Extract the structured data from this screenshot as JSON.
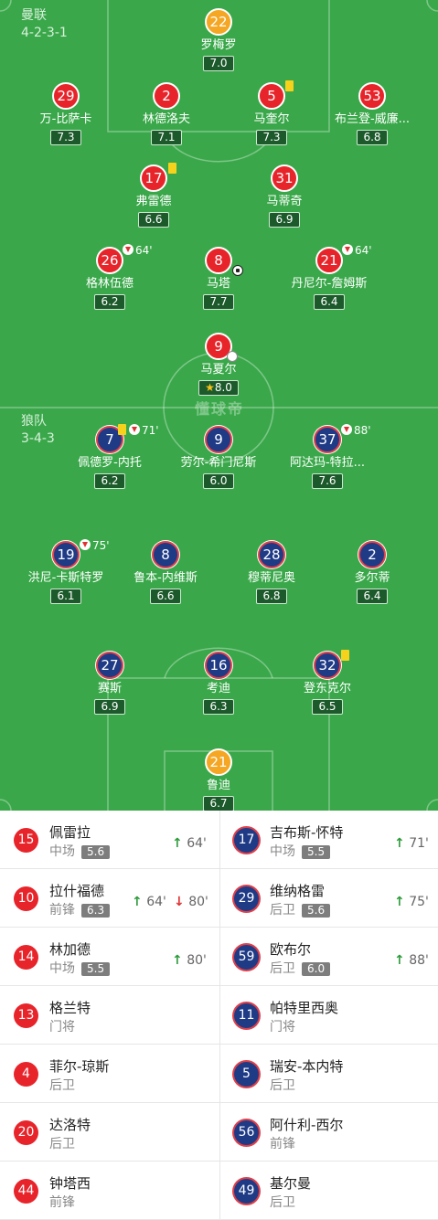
{
  "home": {
    "name": "曼联",
    "formation": "4-2-3-1",
    "players": [
      {
        "num": "22",
        "name": "罗梅罗",
        "rating": "7.0",
        "gk": true
      },
      {
        "num": "29",
        "name": "万-比萨卡",
        "rating": "7.3"
      },
      {
        "num": "2",
        "name": "林德洛夫",
        "rating": "7.1"
      },
      {
        "num": "5",
        "name": "马奎尔",
        "rating": "7.3"
      },
      {
        "num": "53",
        "name": "布兰登-威廉...",
        "rating": "6.8"
      },
      {
        "num": "17",
        "name": "弗雷德",
        "rating": "6.6"
      },
      {
        "num": "31",
        "name": "马蒂奇",
        "rating": "6.9"
      },
      {
        "num": "26",
        "name": "格林伍德",
        "rating": "6.2",
        "sub_time": "64'"
      },
      {
        "num": "8",
        "name": "马塔",
        "rating": "7.7"
      },
      {
        "num": "21",
        "name": "丹尼尔-詹姆斯",
        "rating": "6.4",
        "sub_time": "64'"
      },
      {
        "num": "9",
        "name": "马夏尔",
        "rating": "8.0",
        "motm": true
      }
    ]
  },
  "away": {
    "name": "狼队",
    "formation": "3-4-3",
    "players": [
      {
        "num": "7",
        "name": "佩德罗-内托",
        "rating": "6.2",
        "sub_time": "71'"
      },
      {
        "num": "9",
        "name": "劳尔-希门尼斯",
        "rating": "6.0"
      },
      {
        "num": "37",
        "name": "阿达玛-特拉...",
        "rating": "7.6",
        "sub_time": "88'"
      },
      {
        "num": "19",
        "name": "洪尼-卡斯特罗",
        "rating": "6.1",
        "sub_time": "75'"
      },
      {
        "num": "8",
        "name": "鲁本-内维斯",
        "rating": "6.6"
      },
      {
        "num": "28",
        "name": "穆蒂尼奥",
        "rating": "6.8"
      },
      {
        "num": "2",
        "name": "多尔蒂",
        "rating": "6.4"
      },
      {
        "num": "27",
        "name": "赛斯",
        "rating": "6.9"
      },
      {
        "num": "16",
        "name": "考迪",
        "rating": "6.3"
      },
      {
        "num": "32",
        "name": "登东克尔",
        "rating": "6.5"
      },
      {
        "num": "21",
        "name": "鲁迪",
        "rating": "6.7",
        "gk": true
      }
    ]
  },
  "watermark": "懂球帝",
  "substitutes": [
    {
      "left": {
        "num": "15",
        "name": "佩雷拉",
        "pos": "中场",
        "rating": "5.6",
        "in": "64'"
      },
      "right": {
        "num": "17",
        "name": "吉布斯-怀特",
        "pos": "中场",
        "rating": "5.5",
        "in": "71'"
      }
    },
    {
      "left": {
        "num": "10",
        "name": "拉什福德",
        "pos": "前锋",
        "rating": "6.3",
        "in": "64'",
        "out": "80'"
      },
      "right": {
        "num": "29",
        "name": "维纳格雷",
        "pos": "后卫",
        "rating": "5.6",
        "in": "75'"
      }
    },
    {
      "left": {
        "num": "14",
        "name": "林加德",
        "pos": "中场",
        "rating": "5.5",
        "in": "80'"
      },
      "right": {
        "num": "59",
        "name": "欧布尔",
        "pos": "后卫",
        "rating": "6.0",
        "in": "88'"
      }
    },
    {
      "left": {
        "num": "13",
        "name": "格兰特",
        "pos": "门将"
      },
      "right": {
        "num": "11",
        "name": "帕特里西奥",
        "pos": "门将"
      }
    },
    {
      "left": {
        "num": "4",
        "name": "菲尔-琼斯",
        "pos": "后卫"
      },
      "right": {
        "num": "5",
        "name": "瑞安-本内特",
        "pos": "后卫"
      }
    },
    {
      "left": {
        "num": "20",
        "name": "达洛特",
        "pos": "后卫"
      },
      "right": {
        "num": "56",
        "name": "阿什利-西尔",
        "pos": "前锋"
      }
    },
    {
      "left": {
        "num": "44",
        "name": "钟塔西",
        "pos": "前锋"
      },
      "right": {
        "num": "49",
        "name": "基尔曼",
        "pos": "后卫"
      }
    }
  ],
  "colors": {
    "home": "#e8242b",
    "away": "#1f3b86",
    "goalkeeper": "#f5a623",
    "pitch": "#3aa84a",
    "rating_bg": "#1d5a2b",
    "yellow_card": "#f7d21c",
    "sub_in": "#2e9b3b",
    "sub_out": "#e03030"
  }
}
